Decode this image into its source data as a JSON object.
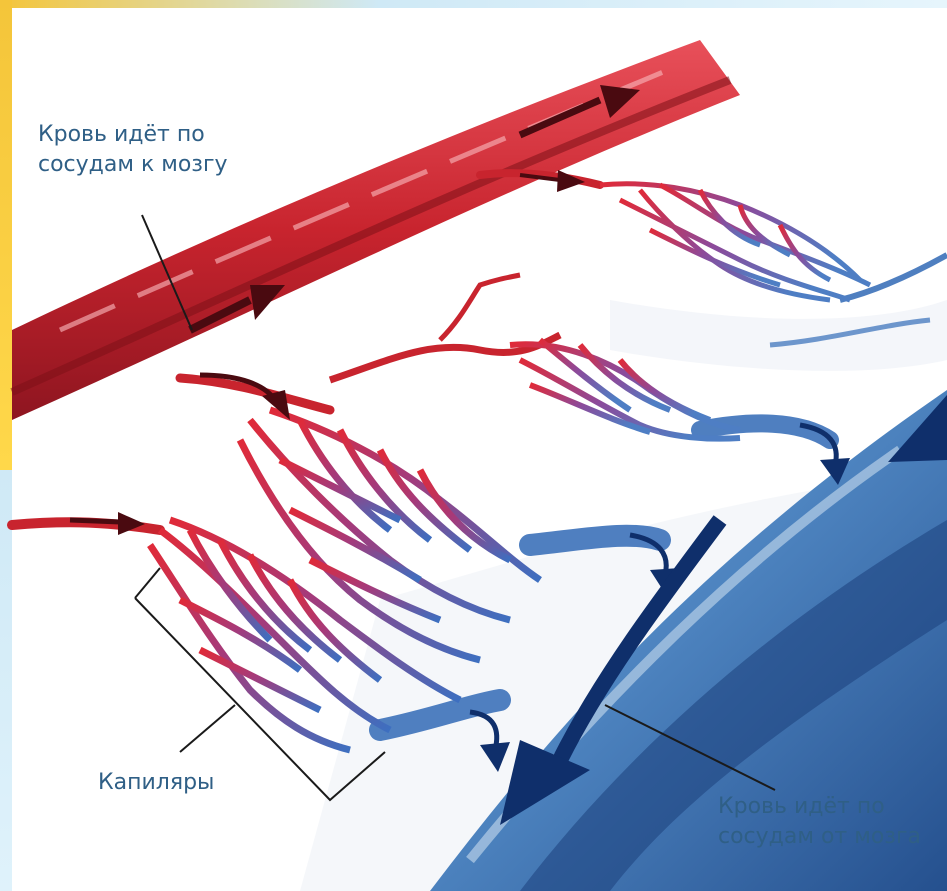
{
  "labels": {
    "arterial_line1": "Кровь идёт по",
    "arterial_line2": "сосудам к мозгу",
    "capillaries": "Капиляры",
    "venous_line1": "Кровь идёт по",
    "venous_line2": "сосудам от мозга"
  },
  "colors": {
    "artery": "#c8242e",
    "artery_light": "#e8505a",
    "vein": "#3f78b8",
    "vein_dark": "#0f2f6b",
    "capillary_red": "#d62b3a",
    "capillary_purple": "#7a4a9e",
    "capillary_blue": "#3d6fc0",
    "label_text": "#2f5f86"
  }
}
